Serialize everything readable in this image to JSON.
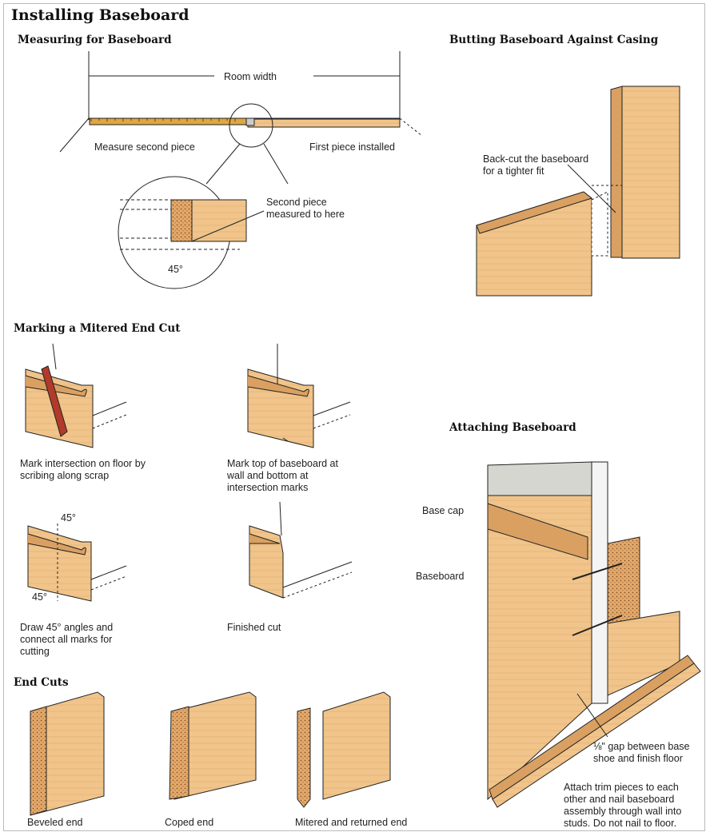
{
  "page": {
    "title": "Installing Baseboard"
  },
  "measuring": {
    "heading": "Measuring for Baseboard",
    "room_width": "Room width",
    "measure_second": "Measure second piece",
    "first_installed": "First piece installed",
    "second_piece_note": "Second piece measured to here",
    "angle": "45°"
  },
  "butting": {
    "heading": "Butting Baseboard Against Casing",
    "note": "Back-cut the baseboard for a tighter fit"
  },
  "mitered": {
    "heading": "Marking a Mitered End Cut",
    "step1": "Mark intersection on floor by scribing along scrap",
    "step2": "Mark top of baseboard at wall and bottom at intersection marks",
    "step3": "Draw 45° angles and connect all marks for cutting",
    "step4": "Finished cut",
    "angle_top": "45°",
    "angle_bottom": "45°"
  },
  "attaching": {
    "heading": "Attaching Baseboard",
    "base_cap": "Base cap",
    "baseboard": "Baseboard",
    "gap_note": "⅛\" gap between base shoe and finish floor",
    "instructions": "Attach trim pieces to each other and nail baseboard assembly through wall into studs. Do not nail to floor."
  },
  "end_cuts": {
    "heading": "End Cuts",
    "beveled": "Beveled end",
    "coped": "Coped end",
    "mitered_returned": "Mitered and returned end"
  },
  "colors": {
    "wood": "#f0c48a",
    "wood_dark": "#d9a062",
    "tape": "#e0a640",
    "pencil": "#b23a2a"
  }
}
